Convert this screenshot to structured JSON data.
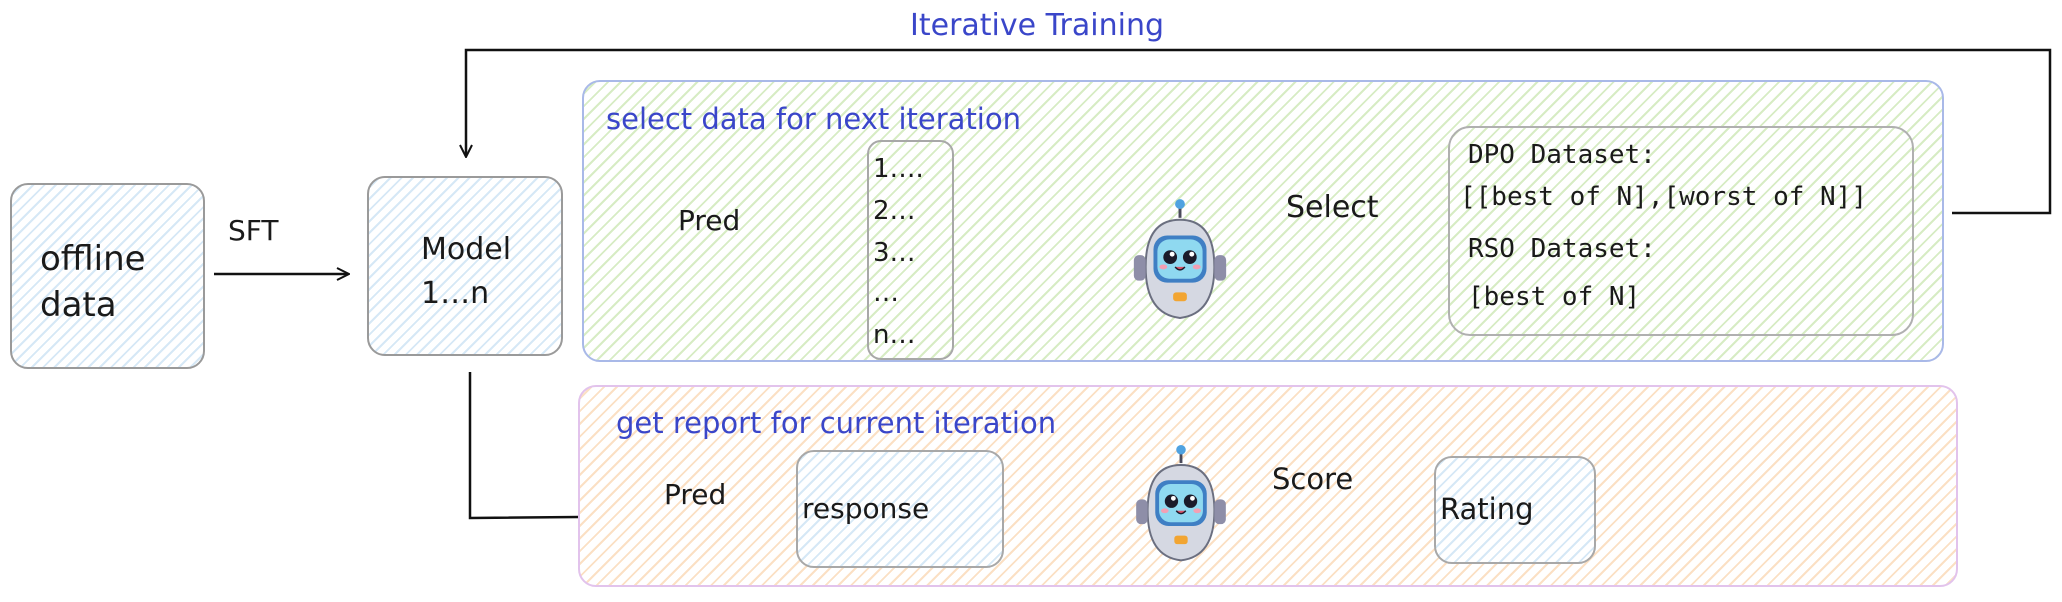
{
  "title": "Iterative Training",
  "offline_box": {
    "line1": "offline",
    "line2": "data"
  },
  "sft_label": "SFT",
  "model_box": {
    "line1": "Model",
    "line2": "1…n"
  },
  "select_panel": {
    "title": "select data for next iteration",
    "pred_label": "Pred",
    "list_items": [
      "1….",
      "2…",
      "3…",
      "…",
      "n…"
    ],
    "select_label": "Select",
    "dataset": {
      "dpo_title": "DPO Dataset:",
      "dpo_value": "[[best of N],[worst of N]]",
      "rso_title": "RSO Dataset:",
      "rso_value": "[best of N]"
    }
  },
  "report_panel": {
    "title": "get report for current iteration",
    "pred_label": "Pred",
    "response_label": "response",
    "score_label": "Score",
    "rating_label": "Rating"
  },
  "colors": {
    "title_blue": "#3a46c9",
    "green_panel_border": "#a9b9e8",
    "orange_panel_border": "#e2c3ec",
    "robot_visor": "#3f7fc4",
    "robot_face": "#8fd9f0"
  }
}
